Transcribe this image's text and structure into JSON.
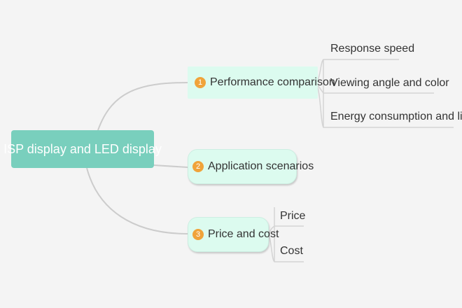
{
  "mindmap": {
    "root": {
      "label": "ISP display and LED display"
    },
    "branches": [
      {
        "number": "1",
        "label": "Performance comparison",
        "children": [
          "Response speed",
          "Viewing angle and color",
          "Energy consumption and life"
        ]
      },
      {
        "number": "2",
        "label": "Application scenarios",
        "children": []
      },
      {
        "number": "3",
        "label": "Price and cost",
        "children": [
          "Price",
          "Cost"
        ]
      }
    ]
  },
  "colors": {
    "background": "#f4f4f4",
    "root_fill": "#79cfbd",
    "branch_fill": "#dcfbef",
    "badge": "#f0a33a",
    "connector": "#cccccc",
    "leaf_divider": "#d4d4d4"
  }
}
